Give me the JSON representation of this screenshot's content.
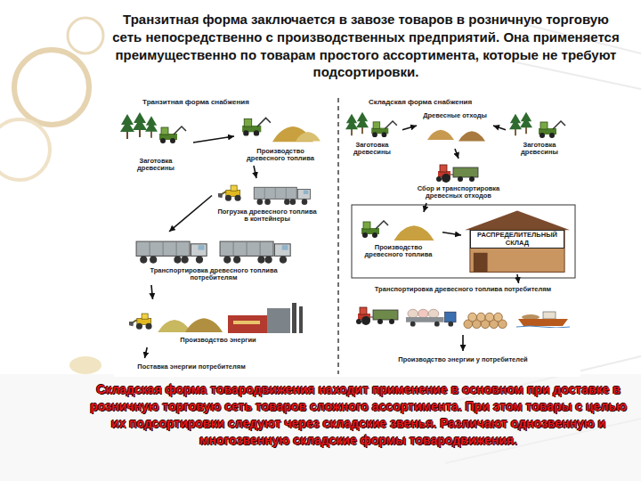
{
  "diagram": {
    "title": "Транзитная форма заключается в завозе товаров в розничную торговую сеть непосредственно с производственных предприятий. Она применяется преимущественно по товарам простого ассортимента, которые не требуют подсортировки.",
    "caption": "Складская форма товародвижения находит применение в основном при доставке в розничную торговую сеть товаров сложного ассортимента. При этом товары с целью их подсортировки следуют через складские звенья. Различают однозвенную и многозвенную складские формы товародвижения.",
    "nodes": [
      {
        "text": [
          "Заготовка древесины"
        ]
      },
      {
        "text": [
          "Производство древесного топлива"
        ]
      },
      {
        "text": [
          "Погрузка древесного топлива в контейнеры"
        ]
      },
      {
        "text": [
          "Транспортировка древесного топлива потребителям"
        ]
      },
      {
        "text": [
          "Производство энергии"
        ]
      },
      {
        "text": [
          "Поставка энергии потребителям"
        ]
      },
      {
        "text": [
          "Заготовка древесины"
        ]
      },
      {
        "text": [
          "Древесные отходы"
        ]
      },
      {
        "text": [
          "Заготовка древесины"
        ]
      },
      {
        "text": [
          "Сбор и транспортировка древесных отходов"
        ]
      },
      {
        "text": [
          "Производство древесного топлива"
        ]
      },
      {
        "text": [
          "РАСПРЕДЕЛИТЕЛЬНЫЙ СКЛАД"
        ]
      },
      {
        "text": [
          "Транспортировка древесного топлива потребителям"
        ]
      },
      {
        "text": [
          "Производство энергии у потребителей"
        ]
      }
    ],
    "edges": [
      {
        "from": 0,
        "to": 1,
        "arrow": "to"
      },
      {
        "from": 1,
        "to": 2,
        "arrow": "to"
      },
      {
        "from": 2,
        "to": 3,
        "arrow": "to"
      },
      {
        "from": 3,
        "to": 4,
        "arrow": "to"
      },
      {
        "from": 4,
        "to": 5,
        "arrow": "to"
      },
      {
        "from": 6,
        "to": 7,
        "arrow": "to"
      },
      {
        "from": 8,
        "to": 7,
        "arrow": "to"
      },
      {
        "from": 7,
        "to": 9,
        "arrow": "to"
      },
      {
        "from": 9,
        "to": 10,
        "arrow": "to"
      },
      {
        "from": 10,
        "to": 11,
        "arrow": "to"
      },
      {
        "from": 11,
        "to": 12,
        "arrow": "to"
      },
      {
        "from": 12,
        "to": 13,
        "arrow": "to"
      }
    ],
    "labels": [
      "Транзитная форма снабжения",
      "Складская форма снабжения"
    ]
  }
}
